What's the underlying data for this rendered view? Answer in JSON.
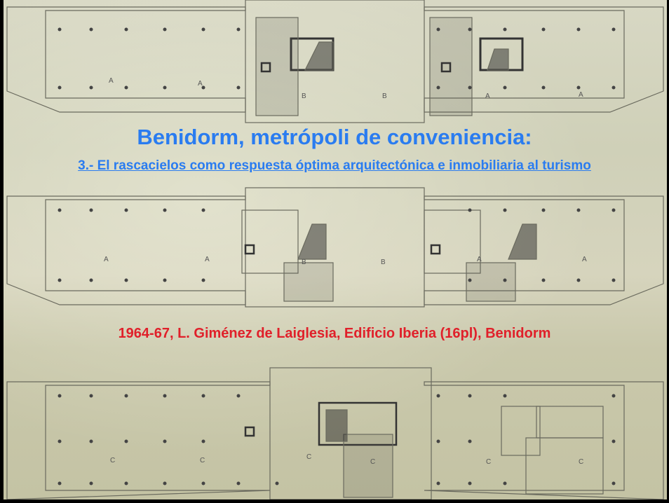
{
  "slide": {
    "title": "Benidorm, metrópoli de conveniencia:",
    "subtitle": "3.- El rascacielos como respuesta óptima arquitectónica e inmobiliaria al turismo",
    "caption": "1964-67, L. Giménez de Laiglesia, Edificio Iberia (16pl), Benidorm"
  },
  "plan_labels": {
    "row1": [
      "A",
      "A",
      "B",
      "B",
      "A",
      "A"
    ],
    "row2": [
      "A",
      "A",
      "B",
      "B",
      "A",
      "A"
    ],
    "row3": [
      "C",
      "C",
      "C",
      "C",
      "C",
      "C"
    ]
  },
  "colors": {
    "title": "#2a7cf0",
    "caption": "#e0202a",
    "paper": "#d2d1b8"
  }
}
